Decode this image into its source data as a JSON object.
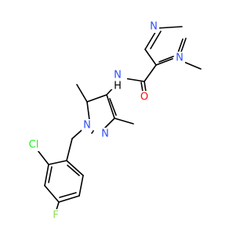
{
  "colors": {
    "background": "#ffffff",
    "bond": "#000000",
    "N": "#3050f8",
    "O": "#ff0d0d",
    "Cl": "#1ff01f",
    "F": "#90e050"
  },
  "atoms": {
    "N_pz2_1": "N",
    "N_pz2_2": "N",
    "O_amide": "O",
    "NH_amide": "N",
    "H_amide": "H",
    "N_pz1_1": "N",
    "N_pz1_2": "N",
    "Cl": "Cl",
    "F": "F"
  }
}
